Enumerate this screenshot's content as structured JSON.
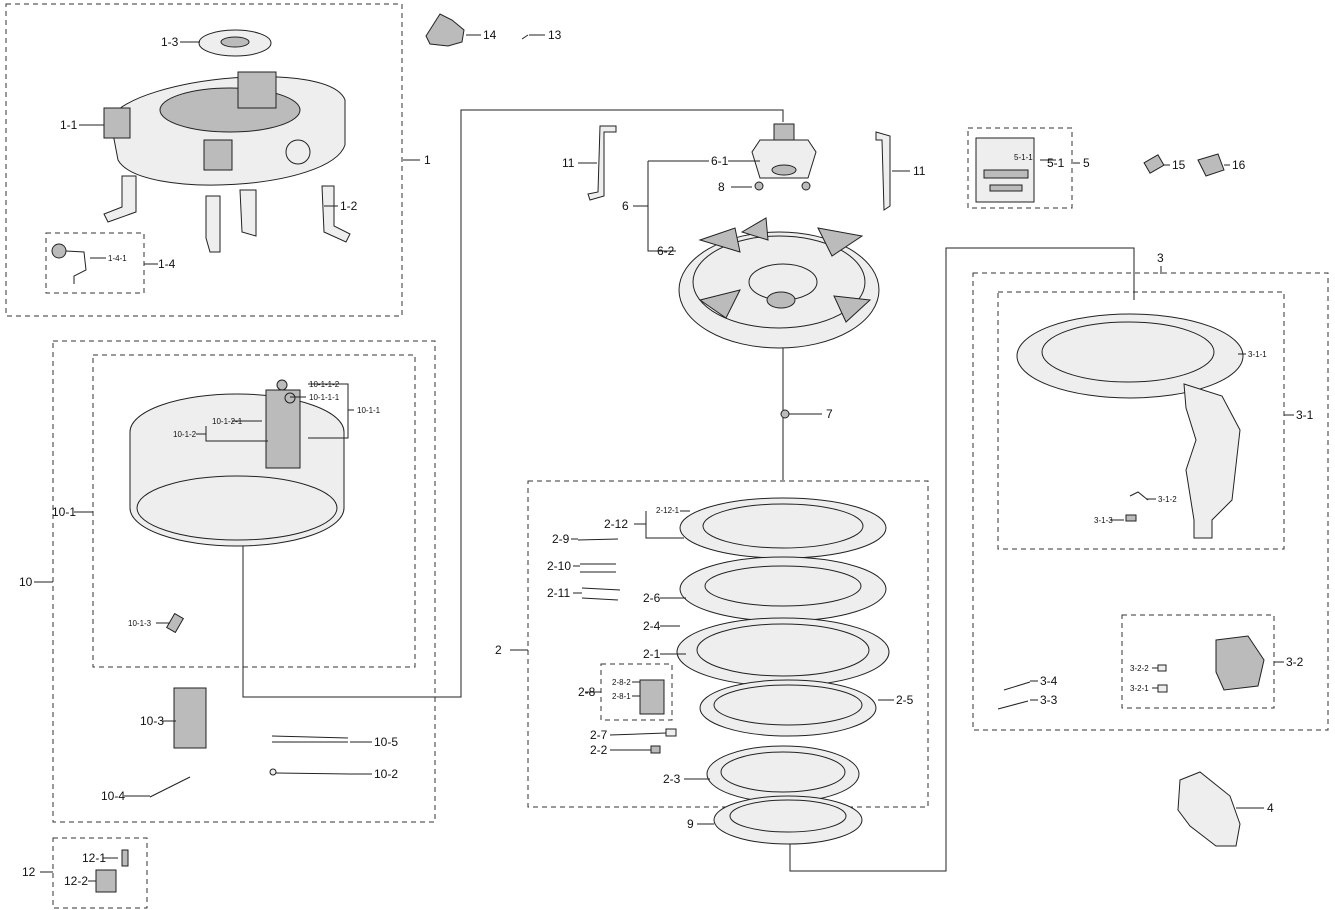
{
  "callouts": {
    "p1": "1",
    "p1_1": "1-1",
    "p1_2": "1-2",
    "p1_3": "1-3",
    "p1_4": "1-4",
    "p1_4_1": "1-4-1",
    "p2": "2",
    "p2_1": "2-1",
    "p2_2": "2-2",
    "p2_3": "2-3",
    "p2_4": "2-4",
    "p2_5": "2-5",
    "p2_6": "2-6",
    "p2_7": "2-7",
    "p2_8": "2-8",
    "p2_8_1": "2-8-1",
    "p2_8_2": "2-8-2",
    "p2_9": "2-9",
    "p2_10": "2-10",
    "p2_11": "2-11",
    "p2_12": "2-12",
    "p2_12_1": "2-12-1",
    "p3": "3",
    "p3_1": "3-1",
    "p3_1_1": "3-1-1",
    "p3_1_2": "3-1-2",
    "p3_1_3": "3-1-3",
    "p3_2": "3-2",
    "p3_2_1": "3-2-1",
    "p3_2_2": "3-2-2",
    "p3_3": "3-3",
    "p3_4": "3-4",
    "p4": "4",
    "p5": "5",
    "p5_1": "5-1",
    "p5_1_1": "5-1-1",
    "p6": "6",
    "p6_1": "6-1",
    "p6_2": "6-2",
    "p7": "7",
    "p8": "8",
    "p9": "9",
    "p10": "10",
    "p10_1": "10-1",
    "p10_1_1": "10-1-1",
    "p10_1_1_1": "10-1-1-1",
    "p10_1_1_2": "10-1-1-2",
    "p10_1_2": "10-1-2",
    "p10_1_2_1": "10-1-2-1",
    "p10_1_3": "10-1-3",
    "p10_2": "10-2",
    "p10_3": "10-3",
    "p10_4": "10-4",
    "p10_5": "10-5",
    "p11a": "11",
    "p11b": "11",
    "p12": "12",
    "p12_1": "12-1",
    "p12_2": "12-2",
    "p13": "13",
    "p14": "14",
    "p15": "15",
    "p16": "16"
  }
}
